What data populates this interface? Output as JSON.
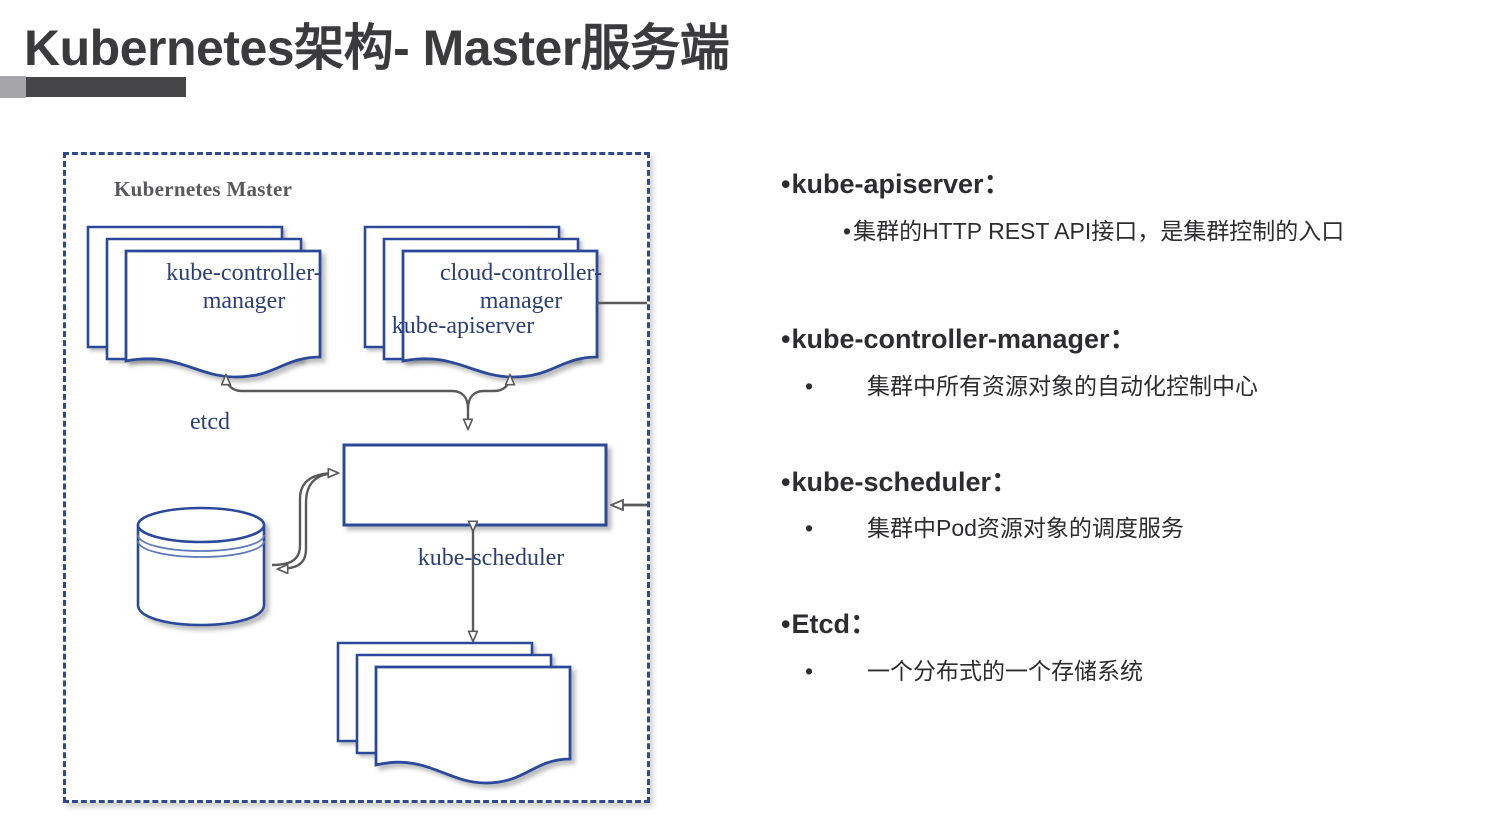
{
  "slide": {
    "title": "Kubernetes架构- Master服务端",
    "accent_dark": "#464649",
    "accent_light": "#a6a6aa"
  },
  "diagram": {
    "panel_label": "Kubernetes Master",
    "border_color": "#2e4a8f",
    "node_stroke": "#2b4a9b",
    "node_text_color": "#2b3f7a",
    "arrow_color": "#5a5a5a",
    "nodes": [
      {
        "id": "kube-controller-manager",
        "label_line1": "kube-controller-",
        "label_line2": "manager",
        "shape": "stacked-document"
      },
      {
        "id": "cloud-controller-manager",
        "label_line1": "cloud-controller-",
        "label_line2": "manager",
        "shape": "stacked-document"
      },
      {
        "id": "kube-apiserver",
        "label_line1": "kube-apiserver",
        "label_line2": "",
        "shape": "chamfered-box"
      },
      {
        "id": "etcd",
        "label_line1": "etcd",
        "label_line2": "",
        "shape": "cylinder"
      },
      {
        "id": "kube-scheduler",
        "label_line1": "kube-scheduler",
        "label_line2": "",
        "shape": "stacked-document"
      }
    ]
  },
  "bullets": [
    {
      "heading": "kube-apiserver：",
      "items": [
        "集群的HTTP REST API接口，是集群控制的入口"
      ],
      "marker": "•",
      "indent": "deep"
    },
    {
      "heading": "kube-controller-manager：",
      "items": [
        "集群中所有资源对象的自动化控制中心"
      ],
      "marker": "•",
      "indent": "mid"
    },
    {
      "heading": "kube-scheduler：",
      "items": [
        "集群中Pod资源对象的调度服务"
      ],
      "marker": "•",
      "indent": "mid"
    },
    {
      "heading": "Etcd：",
      "items": [
        "一个分布式的一个存储系统"
      ],
      "marker": "•",
      "indent": "mid"
    }
  ],
  "bullet_prefix": "•"
}
